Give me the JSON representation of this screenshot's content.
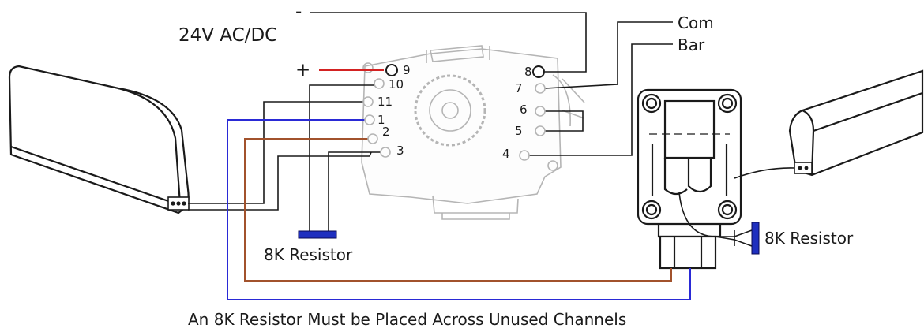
{
  "labels": {
    "supply": "24V AC/DC",
    "minus": "-",
    "plus": "+",
    "com": "Com",
    "bar": "Bar",
    "resistor_left": "8K Resistor",
    "resistor_right": "8K Resistor",
    "caption": "An 8K Resistor Must be Placed Across Unused Channels"
  },
  "terminals": {
    "t1": "1",
    "t2": "2",
    "t3": "3",
    "t4": "4",
    "t5": "5",
    "t6": "6",
    "t7": "7",
    "t8": "8",
    "t9": "9",
    "t10": "10",
    "t11": "11"
  },
  "colors": {
    "wire_black": "#1a1a1a",
    "wire_red": "#d32222",
    "wire_blue": "#2a2ad6",
    "wire_brown": "#a2522c",
    "resistor": "#1f2fbf"
  }
}
